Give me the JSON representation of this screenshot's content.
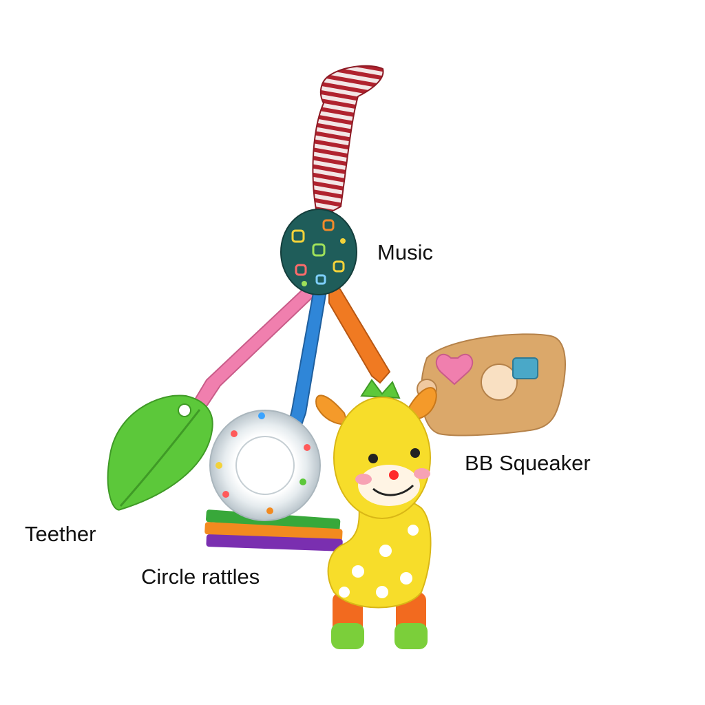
{
  "labels": {
    "music": "Music",
    "bb_squeaker": "BB Squeaker",
    "teether": "Teether",
    "circle_rattles": "Circle rattles"
  },
  "colors": {
    "background": "#ffffff",
    "text": "#111111",
    "strap_red": "#b0222e",
    "music_ball": "#1f5d5a",
    "ribbon_pink": "#f07fae",
    "ribbon_blue": "#2f86d8",
    "ribbon_orange": "#f07a22",
    "teether_green": "#5cc83a",
    "rattle_ring": "#dfe6ea",
    "tag_tan": "#dba86a",
    "giraffe_yellow": "#f7dd2a",
    "giraffe_leg_orange": "#f26a1f",
    "hoof_green": "#7bcf3a"
  },
  "icons": {
    "strap": "striped-strap-icon",
    "music_ball": "music-ball-icon",
    "teether": "leaf-teether-icon",
    "rattle": "circle-rattle-icon",
    "tag": "squeaker-tag-icon",
    "giraffe": "giraffe-plush-icon"
  }
}
